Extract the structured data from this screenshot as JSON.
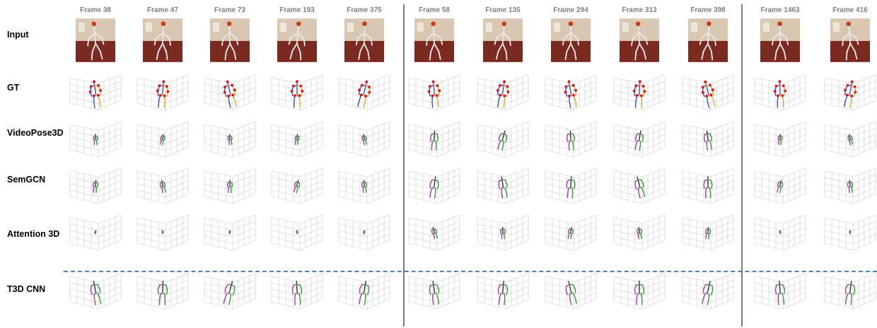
{
  "frames": [
    "Frame 38",
    "Frame  47",
    "Frame 73",
    "Frame 193",
    "Frame 375",
    "Frame 58",
    "Frame 135",
    "Frame 294",
    "Frame 313",
    "Frame 398",
    "Frame 1463",
    "Frame 416"
  ],
  "rows": [
    "Input",
    "GT",
    "VideoPose3D",
    "SemGCN",
    "Attention 3D",
    "T3D CNN"
  ],
  "colors": {
    "frame_label": "#7f7f7f",
    "gt_left_limb": "#3a4fc4",
    "gt_right_limb": "#f0a030",
    "gt_keypoint": "#e01010",
    "pred_limb_a": "#a040a0",
    "pred_limb_b": "#3a9a3a",
    "pred_spine": "#333333",
    "group_separator": "#7d7d7d",
    "dashed_separator": "#4f7fc0"
  }
}
